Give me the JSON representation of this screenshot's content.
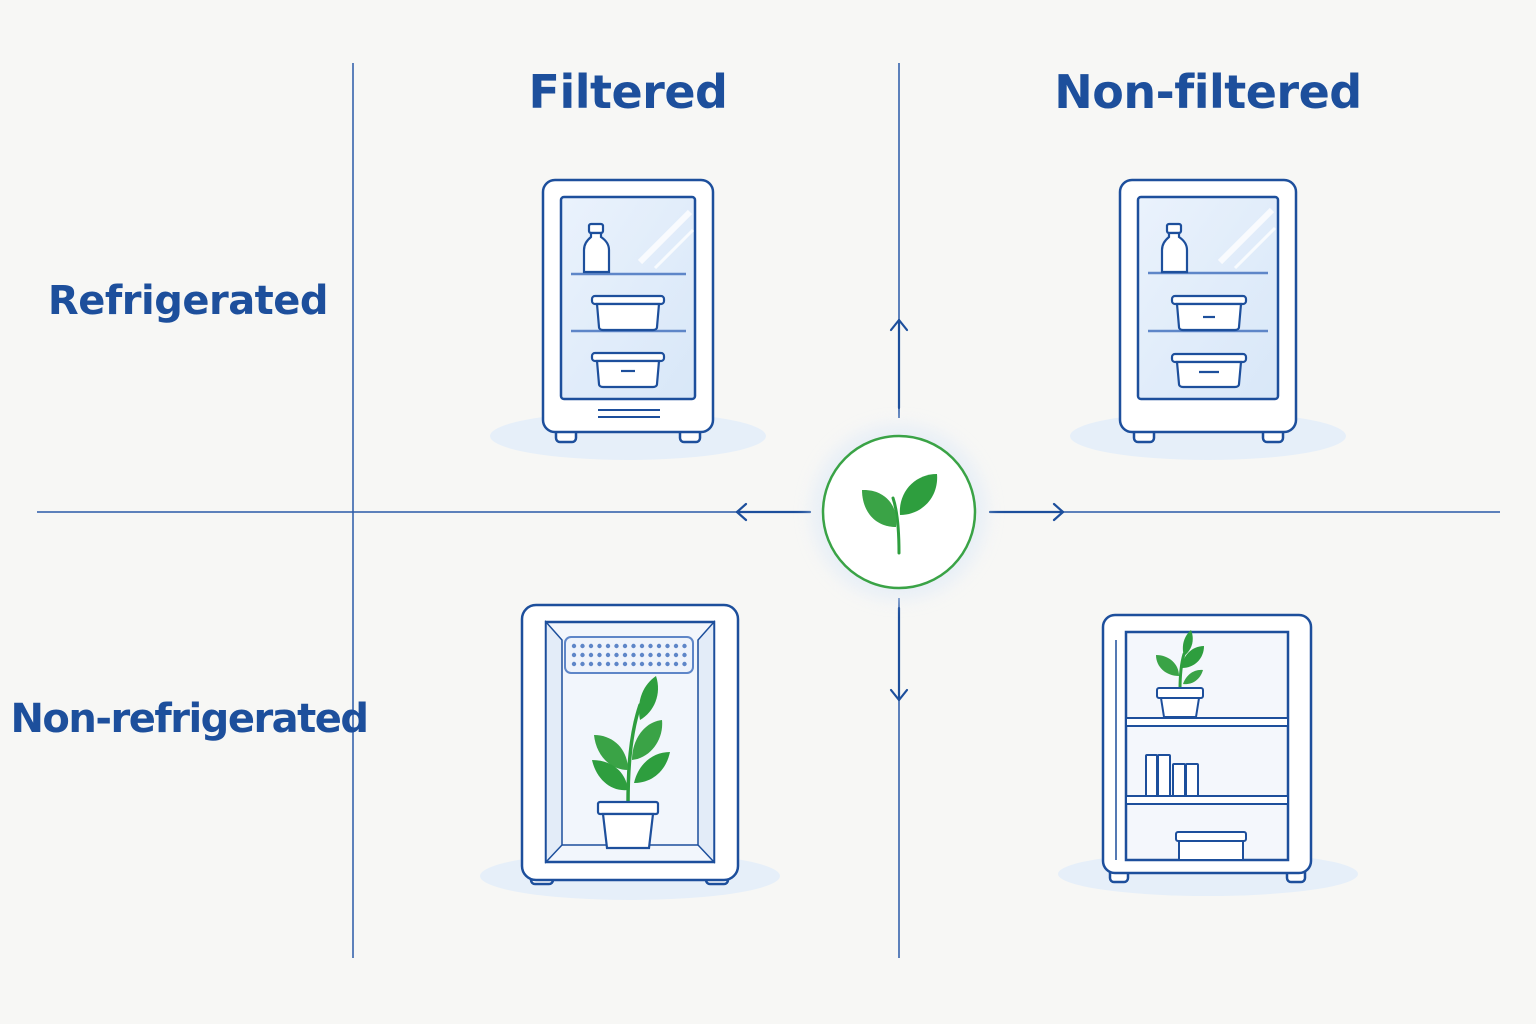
{
  "columns": [
    {
      "label": "Filtered"
    },
    {
      "label": "Non-filtered"
    }
  ],
  "rows": [
    {
      "label": "Refrigerated"
    },
    {
      "label": "Non-refrigerated"
    }
  ],
  "center_icon": "leaf-icon",
  "colors": {
    "line": "#1d4f9c",
    "glass": "#e3eefb",
    "shadow": "#e6eff9",
    "plant": "#2e9e3e",
    "plant_ring": "#3aa346",
    "background": "#f7f7f5"
  }
}
